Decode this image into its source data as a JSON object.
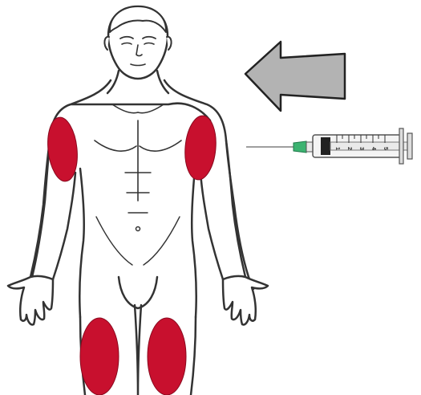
{
  "colors": {
    "outline": "#333333",
    "body_fill": "#ffffff",
    "injection_site": "#c8102e",
    "arrow_fill": "#b3b3b3",
    "arrow_stroke": "#222222",
    "needle_hub": "#3cb371",
    "plunger": "#222222",
    "barrel": "#f4f4f4"
  },
  "figure": {
    "injection_sites": [
      "upper-arm-right",
      "upper-arm-left",
      "thigh-right",
      "thigh-left"
    ]
  },
  "arrow": {
    "direction": "left"
  },
  "syringe": {
    "scale_marks": [
      "1",
      "2",
      "3",
      "4",
      "5"
    ]
  }
}
